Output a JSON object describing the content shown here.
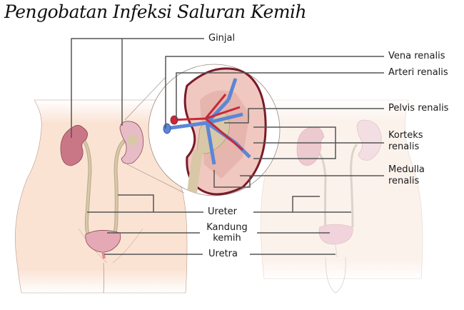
{
  "title": "Pengobatan Infeksi Saluran Kemih",
  "labels": {
    "ginjal": "Ginjal",
    "vena_renalis": "Vena renalis",
    "arteri_renalis": "Arteri renalis",
    "pelvis_renalis": "Pelvis renalis",
    "korteks_renalis_1": "Korteks",
    "korteks_renalis_2": "renalis",
    "medulla_renalis_1": "Medulla",
    "medulla_renalis_2": "renalis",
    "ureter": "Ureter",
    "kandung_kemih_1": "Kandung",
    "kandung_kemih_2": "kemih",
    "uretra": "Uretra"
  },
  "figures": {
    "left": "female-urinary-tract",
    "right": "male-urinary-tract",
    "inset": "kidney-cross-section"
  },
  "colors": {
    "skin": "#fbe3d4",
    "skin_right": "#fbf0ea",
    "kidney": "#c97787",
    "kidney_light": "#e8bcc6",
    "vein": "#5b86d6",
    "artery": "#c8283a",
    "pelvis": "#d8c8a8",
    "leader": "#555555"
  }
}
